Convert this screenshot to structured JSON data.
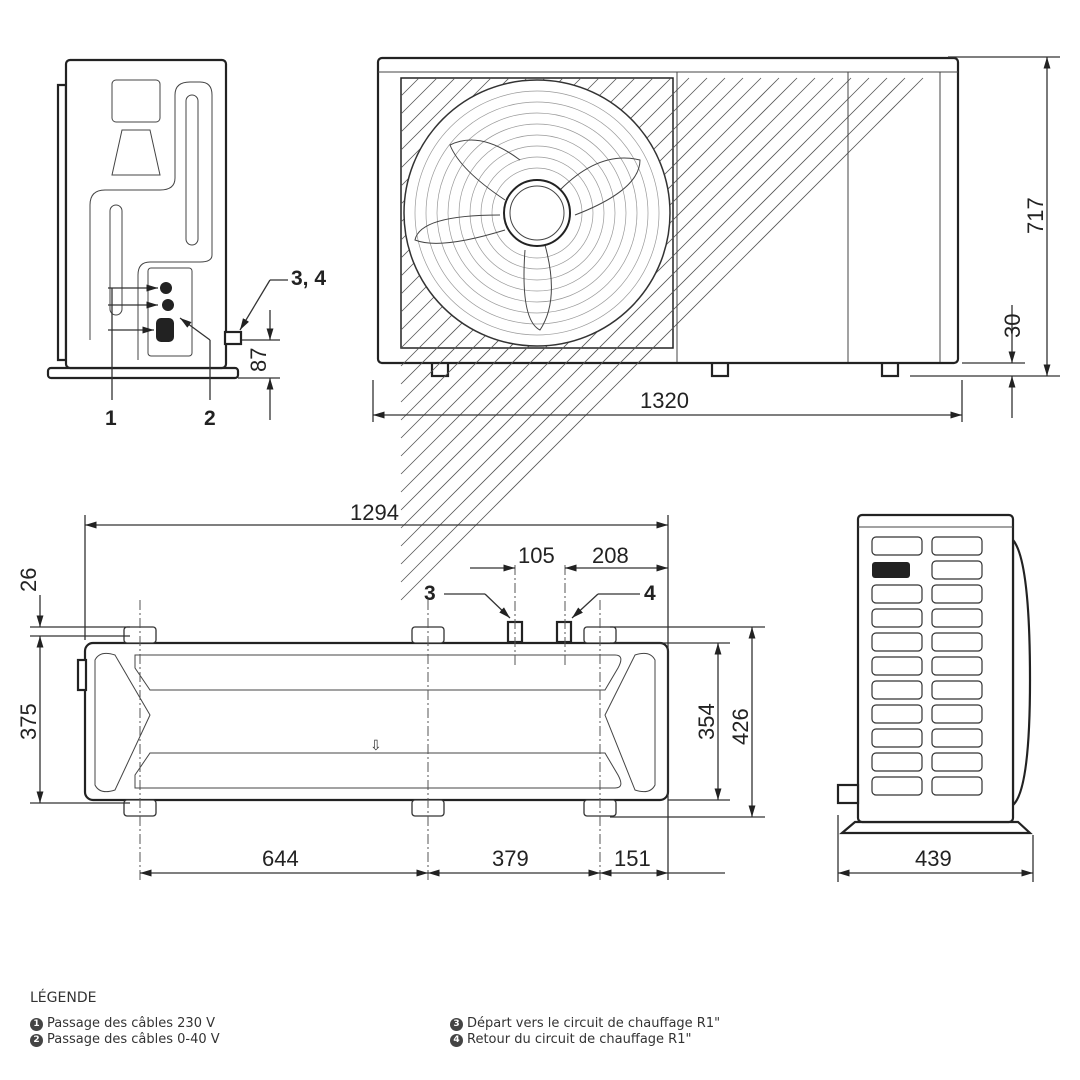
{
  "side_view": {
    "callouts": [
      "1",
      "2",
      "3, 4"
    ],
    "dim_height_connector": "87"
  },
  "front_view": {
    "dim_width": "1320",
    "dim_height": "717",
    "dim_feet": "30"
  },
  "top_view": {
    "dim_total": "1294",
    "dim_pipe_spacing": "105",
    "dim_pipe_offset": "208",
    "dim_top_offset": "26",
    "dim_depth": "375",
    "dim_inner": "354",
    "dim_outer": "426",
    "dim_foot_a": "644",
    "dim_foot_b": "379",
    "dim_foot_c": "151",
    "callout_3": "3",
    "callout_4": "4"
  },
  "right_view": {
    "dim_depth": "439"
  },
  "legend": {
    "title": "LÉGENDE",
    "items": [
      {
        "num": "1",
        "text": "Passage des câbles 230 V"
      },
      {
        "num": "2",
        "text": "Passage des câbles 0-40 V"
      },
      {
        "num": "3",
        "text": "Départ vers le circuit de chauffage R1\""
      },
      {
        "num": "4",
        "text": "Retour du circuit de chauffage R1\""
      }
    ]
  }
}
